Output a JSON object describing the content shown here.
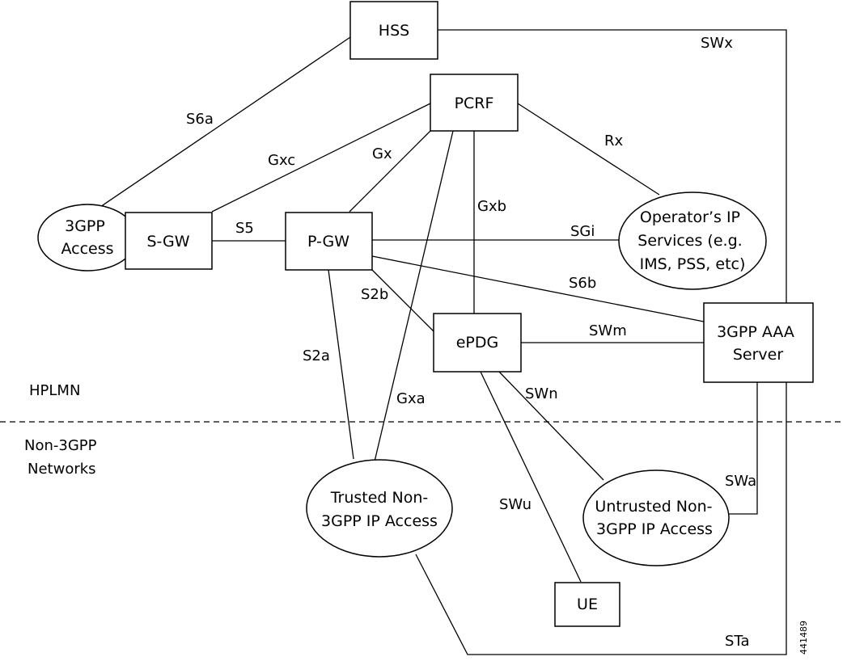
{
  "nodes": {
    "hss": {
      "lines": [
        "HSS"
      ]
    },
    "pcrf": {
      "lines": [
        "PCRF"
      ]
    },
    "access_3gpp": {
      "lines": [
        "3GPP",
        "Access"
      ]
    },
    "sgw": {
      "lines": [
        "S-GW"
      ]
    },
    "pgw": {
      "lines": [
        "P-GW"
      ]
    },
    "operator_services": {
      "lines": [
        "Operator’s IP",
        "Services (e.g.",
        "IMS, PSS, etc)"
      ]
    },
    "epdg": {
      "lines": [
        "ePDG"
      ]
    },
    "aaa": {
      "lines": [
        "3GPP AAA",
        "Server"
      ]
    },
    "trusted": {
      "lines": [
        "Trusted Non-",
        "3GPP IP Access"
      ]
    },
    "untrusted": {
      "lines": [
        "Untrusted Non-",
        "3GPP IP Access"
      ]
    },
    "ue": {
      "lines": [
        "UE"
      ]
    }
  },
  "interfaces": {
    "swx": "SWx",
    "s6a": "S6a",
    "gxc": "Gxc",
    "gx": "Gx",
    "rx": "Rx",
    "gxb": "Gxb",
    "s5": "S5",
    "sgi": "SGi",
    "s6b": "S6b",
    "s2b": "S2b",
    "swm": "SWm",
    "s2a": "S2a",
    "gxa": "Gxa",
    "swn": "SWn",
    "swa": "SWa",
    "swu": "SWu",
    "sta": "STa"
  },
  "regions": {
    "upper": "HPLMN",
    "lower": [
      "Non-3GPP",
      "Networks"
    ]
  },
  "figure_id": "441489"
}
